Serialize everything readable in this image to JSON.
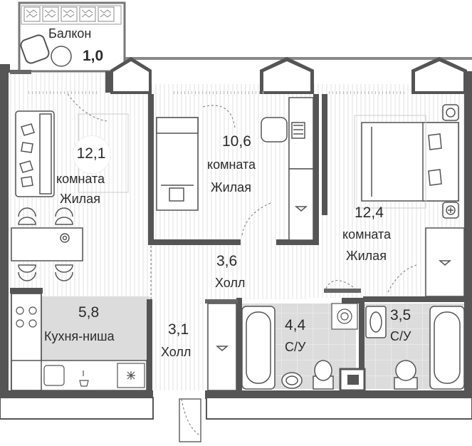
{
  "plan": {
    "rooms": [
      {
        "id": "balcony",
        "area": "1,0",
        "name": "Балкон"
      },
      {
        "id": "living-left",
        "area": "12,1",
        "name_line1": "комната",
        "name_line2": "Жилая"
      },
      {
        "id": "living-center",
        "area": "10,6",
        "name_line1": "комната",
        "name_line2": "Жилая"
      },
      {
        "id": "living-right",
        "area": "12,4",
        "name_line1": "комната",
        "name_line2": "Жилая"
      },
      {
        "id": "hall-main",
        "area": "3,6",
        "name": "Холл"
      },
      {
        "id": "kitchen",
        "area": "5,8",
        "name": "Кухня-ниша"
      },
      {
        "id": "hall-entry",
        "area": "3,1",
        "name": "Холл"
      },
      {
        "id": "bathroom-1",
        "area": "4,4",
        "name": "С/У"
      },
      {
        "id": "bathroom-2",
        "area": "3,5",
        "name": "С/У"
      }
    ],
    "colors": {
      "wall": "#555555",
      "wall_light": "#d9d9d9",
      "floor_lines": "#e4e4e4",
      "furniture_stroke": "#555555",
      "wet_zone": "#dedede",
      "text": "#2b2b2b"
    },
    "icons": [
      "sofa-icon",
      "bed-icon",
      "dining-table-icon",
      "bathtub-icon",
      "toilet-icon",
      "sink-icon",
      "washing-machine-icon",
      "stove-icon",
      "armchair-icon",
      "lamp-icon"
    ]
  }
}
